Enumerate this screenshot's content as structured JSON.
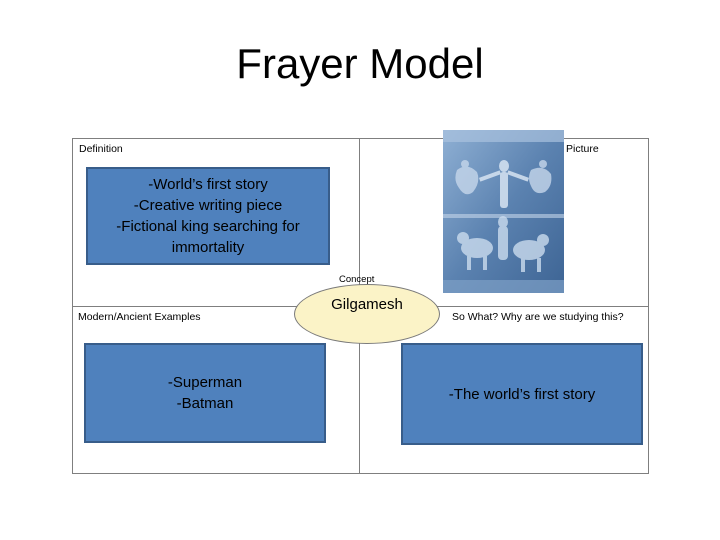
{
  "title": "Frayer Model",
  "quadrants": {
    "definition": {
      "label": "Definition",
      "box_text": "-World’s first story\n-Creative writing piece\n-Fictional king searching for immortality"
    },
    "picture": {
      "label": "Picture",
      "image": "cylinder-seal-relief"
    },
    "examples": {
      "label": "Modern/Ancient Examples",
      "box_text": "-Superman\n-Batman"
    },
    "so_what": {
      "label": "So What? Why are we studying this?",
      "box_text": "-The world’s first story"
    }
  },
  "concept": {
    "label": "Concept",
    "word": "Gilgamesh"
  },
  "colors": {
    "box_fill": "#4f81bd",
    "box_border": "#385d8a",
    "oval_fill": "#fbf3c7",
    "relief_blue": "#5b82b0"
  }
}
